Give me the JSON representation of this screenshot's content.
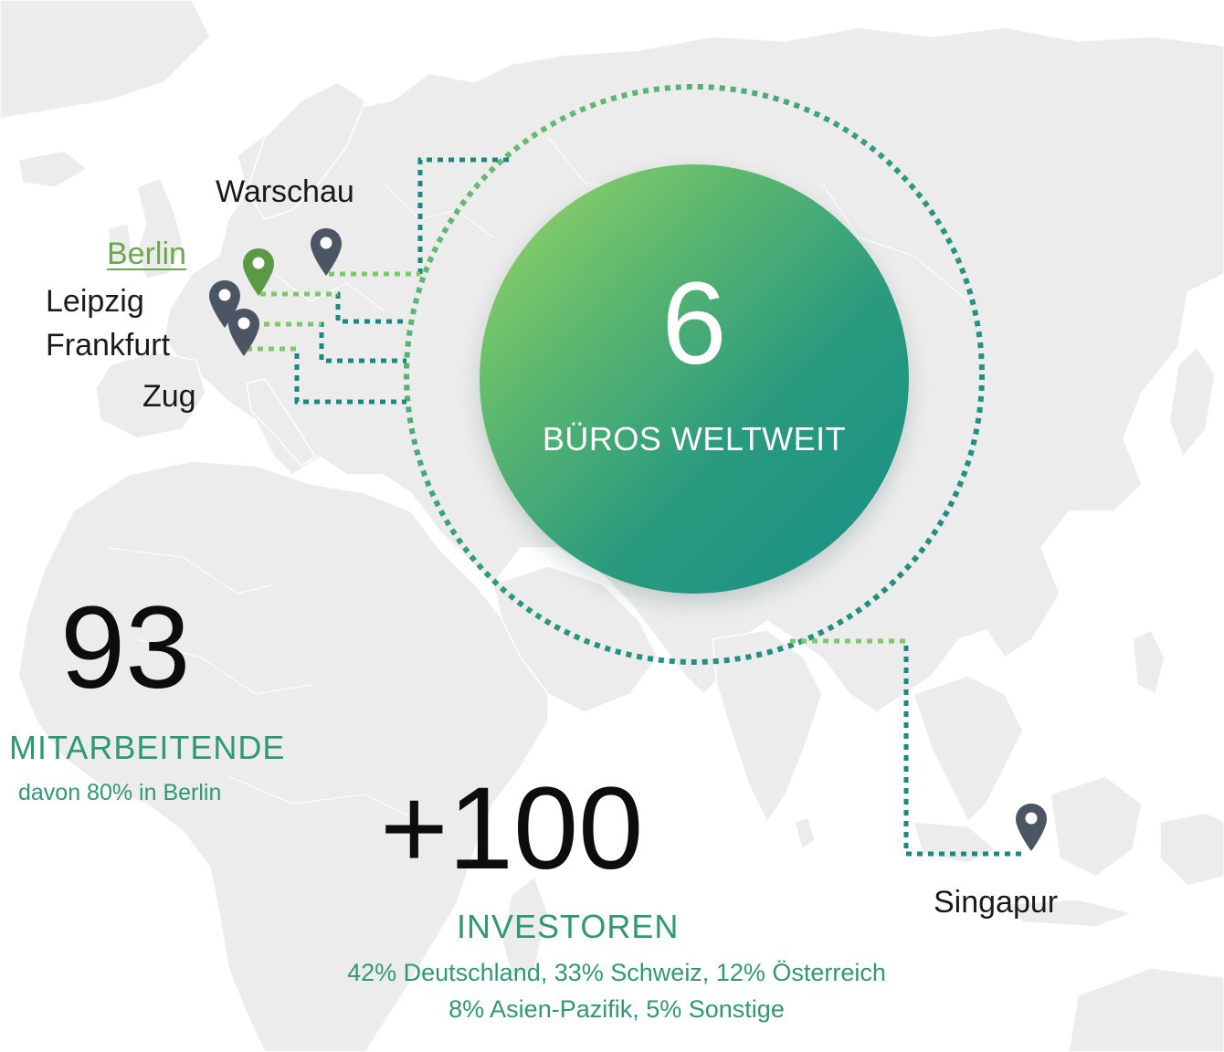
{
  "offices": {
    "count": "6",
    "label": "BÜROS WELTWEIT"
  },
  "cities": [
    {
      "name": "Warschau",
      "active": false
    },
    {
      "name": "Berlin",
      "active": true
    },
    {
      "name": "Leipzig",
      "active": false
    },
    {
      "name": "Frankfurt",
      "active": false
    },
    {
      "name": "Zug",
      "active": false
    },
    {
      "name": "Singapur",
      "active": false
    }
  ],
  "employees": {
    "count": "93",
    "label": "MITARBEITENDE",
    "sub": "davon  80% in Berlin"
  },
  "investors": {
    "count": "+100",
    "label": "INVESTOREN",
    "sub_line1": "42% Deutschland, 33% Schweiz,  12% Österreich",
    "sub_line2": "8% Asien-Pazifik, 5% Sonstige"
  },
  "colors": {
    "pin_default": "#4b5563",
    "pin_active": "#5a9a45",
    "accent_green": "#2e9a70",
    "dotted_teal": "#1a8a80",
    "dotted_light": "#7cc96a",
    "map_land": "#ececec"
  }
}
